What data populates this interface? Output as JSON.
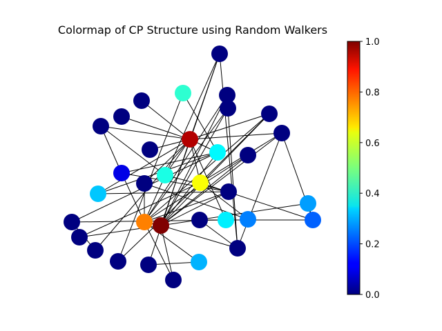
{
  "title": "Colormap of CP Structure using Random Walkers",
  "colorbar": {
    "min": 0.0,
    "max": 1.0,
    "ticks": [
      "0.0",
      "0.2",
      "0.4",
      "0.6",
      "0.8",
      "1.0"
    ],
    "colormap": "jet"
  },
  "chart_data": {
    "type": "network",
    "node_count": 34,
    "colormap": "jet",
    "values": [
      0.0,
      0.0,
      0.32,
      0.0,
      0.0,
      0.0,
      0.42,
      0.62,
      0.25,
      0.95,
      0.0,
      0.0,
      0.3,
      0.0,
      0.1,
      0.4,
      0.0,
      0.0,
      0.0,
      0.0,
      0.37,
      0.0,
      0.0,
      0.0,
      0.0,
      0.0,
      0.0,
      0.28,
      0.22,
      1.0,
      0.75,
      0.0,
      0.0,
      0.36
    ],
    "edges": [
      [
        9,
        33
      ],
      [
        9,
        22
      ],
      [
        9,
        20
      ],
      [
        9,
        3
      ],
      [
        9,
        4
      ],
      [
        9,
        11
      ],
      [
        9,
        13
      ],
      [
        9,
        7
      ],
      [
        9,
        2
      ],
      [
        9,
        25
      ],
      [
        9,
        26
      ],
      [
        9,
        18
      ],
      [
        9,
        15
      ],
      [
        9,
        16
      ],
      [
        9,
        10
      ],
      [
        0,
        33
      ],
      [
        0,
        20
      ],
      [
        0,
        4
      ],
      [
        2,
        20
      ],
      [
        2,
        19
      ],
      [
        3,
        15
      ],
      [
        3,
        14
      ],
      [
        5,
        6
      ],
      [
        5,
        7
      ],
      [
        7,
        8
      ],
      [
        7,
        26
      ],
      [
        7,
        28
      ],
      [
        7,
        25
      ],
      [
        12,
        18
      ],
      [
        12,
        30
      ],
      [
        14,
        19
      ],
      [
        14,
        30
      ],
      [
        14,
        20
      ],
      [
        15,
        19
      ],
      [
        16,
        30
      ],
      [
        16,
        8
      ],
      [
        17,
        30
      ],
      [
        17,
        29
      ],
      [
        19,
        30
      ],
      [
        19,
        29
      ],
      [
        20,
        29
      ],
      [
        20,
        6
      ],
      [
        21,
        30
      ],
      [
        21,
        29
      ],
      [
        22,
        30
      ],
      [
        22,
        29
      ],
      [
        22,
        31
      ],
      [
        23,
        30
      ],
      [
        23,
        29
      ],
      [
        24,
        30
      ],
      [
        24,
        29
      ],
      [
        25,
        30
      ],
      [
        25,
        29
      ],
      [
        26,
        29
      ],
      [
        26,
        28
      ],
      [
        26,
        31
      ],
      [
        27,
        29
      ],
      [
        27,
        28
      ],
      [
        28,
        32
      ],
      [
        28,
        33
      ],
      [
        29,
        30
      ],
      [
        29,
        31
      ],
      [
        31,
        32
      ],
      [
        31,
        24
      ],
      [
        1,
        29
      ],
      [
        1,
        7
      ]
    ]
  }
}
